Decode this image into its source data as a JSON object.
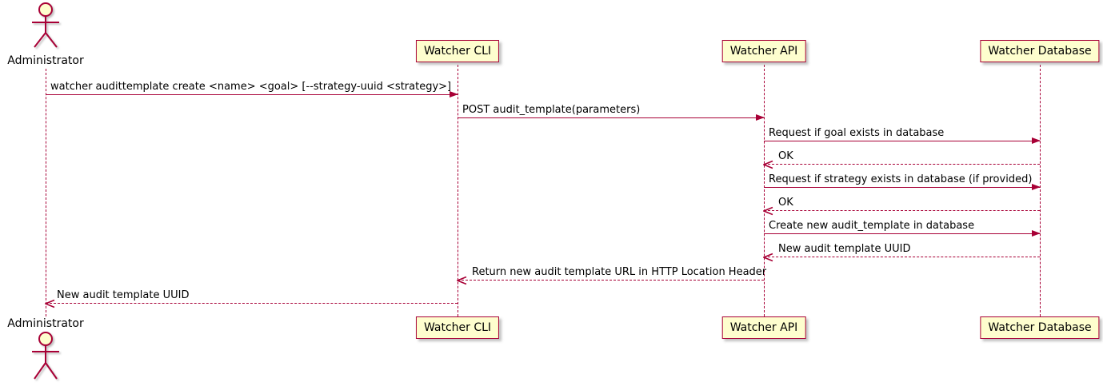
{
  "diagram": {
    "type": "sequence",
    "colors": {
      "border": "#A80036",
      "fill": "#FEFECE",
      "arrow": "#A80036",
      "text": "#000000"
    },
    "icons": {
      "actor": "stick-figure-icon",
      "solid_arrowhead": "filled-triangle-right",
      "reply_arrowhead": "open-v-left"
    },
    "participants": [
      {
        "name": "Administrator",
        "type": "actor"
      },
      {
        "name": "Watcher CLI",
        "type": "participant"
      },
      {
        "name": "Watcher API",
        "type": "participant"
      },
      {
        "name": "Watcher Database",
        "type": "participant"
      }
    ],
    "messages": [
      {
        "from": "Administrator",
        "to": "Watcher CLI",
        "style": "solid",
        "label": "watcher audittemplate create <name> <goal> [--strategy-uuid <strategy>]"
      },
      {
        "from": "Watcher CLI",
        "to": "Watcher API",
        "style": "solid",
        "label": "POST audit_template(parameters)"
      },
      {
        "from": "Watcher API",
        "to": "Watcher Database",
        "style": "solid",
        "label": "Request if goal exists in database"
      },
      {
        "from": "Watcher Database",
        "to": "Watcher API",
        "style": "dashed",
        "label": "OK"
      },
      {
        "from": "Watcher API",
        "to": "Watcher Database",
        "style": "solid",
        "label": "Request if strategy exists in database (if provided)"
      },
      {
        "from": "Watcher Database",
        "to": "Watcher API",
        "style": "dashed",
        "label": "OK"
      },
      {
        "from": "Watcher API",
        "to": "Watcher Database",
        "style": "solid",
        "label": "Create new audit_template in database"
      },
      {
        "from": "Watcher Database",
        "to": "Watcher API",
        "style": "dashed",
        "label": "New audit template UUID"
      },
      {
        "from": "Watcher API",
        "to": "Watcher CLI",
        "style": "dashed",
        "label": "Return new audit template URL in HTTP Location Header"
      },
      {
        "from": "Watcher CLI",
        "to": "Administrator",
        "style": "dashed",
        "label": "New audit template UUID"
      }
    ]
  }
}
